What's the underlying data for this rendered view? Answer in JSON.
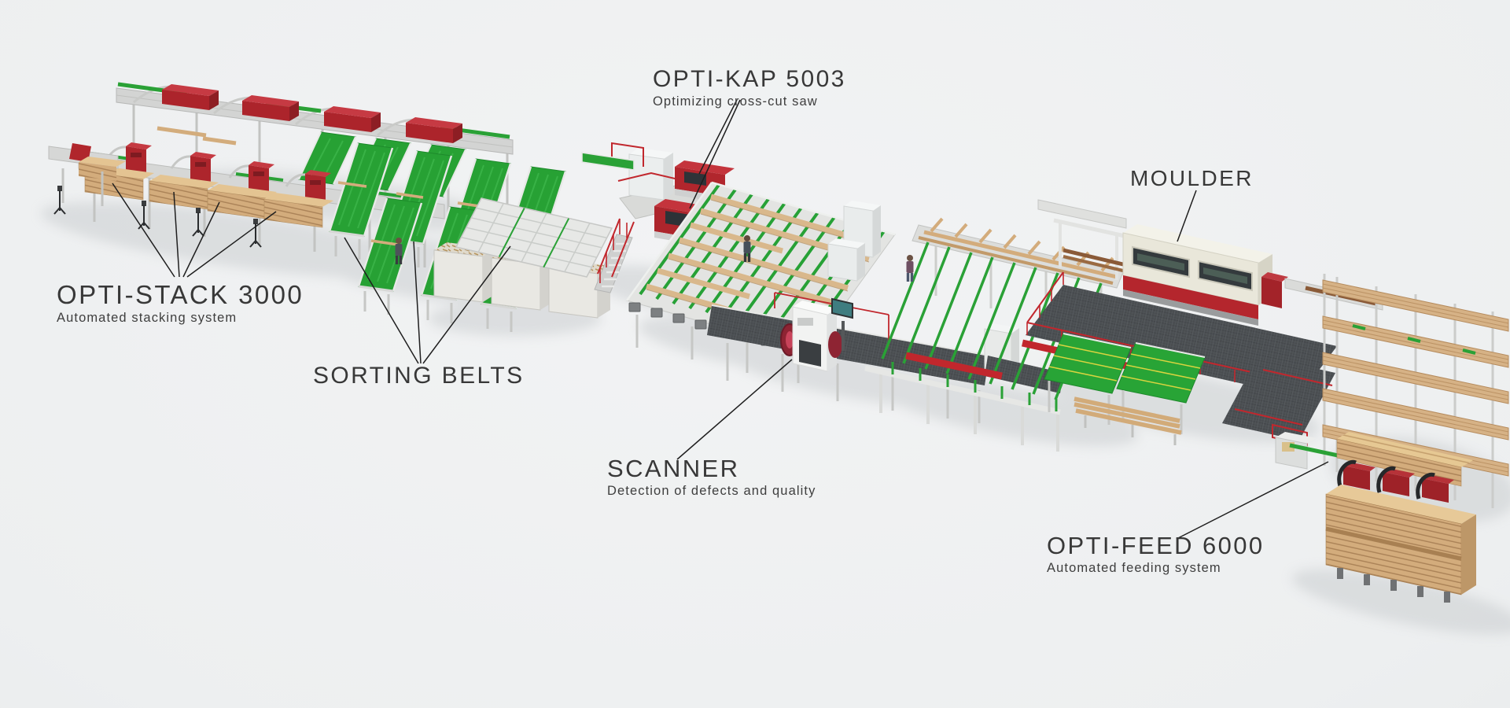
{
  "illustration": {
    "background": "#eef0f1",
    "machine_red": "#b5272e",
    "belt_green": "#2aa136",
    "timber_tan": "#d6b286",
    "frame_gray": "#d9dad9",
    "platform_gray": "#4b4f52",
    "label_color": "#383838"
  },
  "annotations": {
    "opti_kap": {
      "title": "OPTI-KAP 5003",
      "subtitle": "Optimizing cross-cut saw"
    },
    "opti_stack": {
      "title": "OPTI-STACK 3000",
      "subtitle": "Automated stacking system"
    },
    "sorting_belts": {
      "title": "SORTING BELTS"
    },
    "scanner": {
      "title": "SCANNER",
      "subtitle": "Detection of defects and quality"
    },
    "moulder": {
      "title": "MOULDER"
    },
    "opti_feed": {
      "title": "OPTI-FEED 6000",
      "subtitle": "Automated feeding system"
    }
  }
}
